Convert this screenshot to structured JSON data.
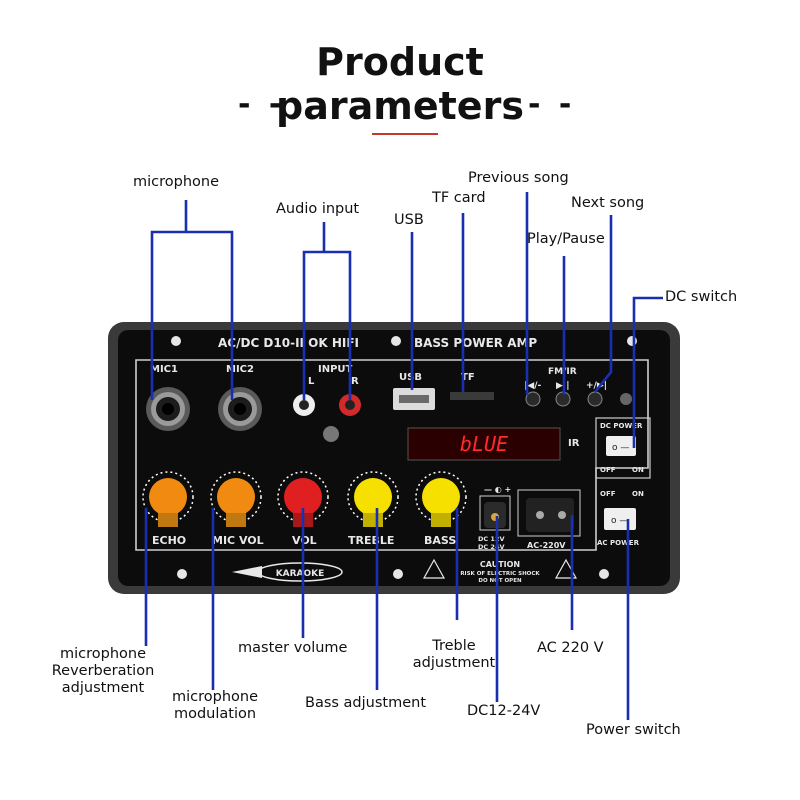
{
  "header": {
    "title_line1": "Product",
    "title_line2": "parameters",
    "dash_left": "- -",
    "dash_right": "- -"
  },
  "callouts": {
    "microphone": "microphone",
    "audio_input": "Audio input",
    "usb": "USB",
    "tf_card": "TF card",
    "previous_song": "Previous song",
    "next_song": "Next song",
    "play_pause": "Play/Pause",
    "dc_switch": "DC switch",
    "mic_reverb_1": "microphone",
    "mic_reverb_2": "Reverberation",
    "mic_reverb_3": "adjustment",
    "mic_mod_1": "microphone",
    "mic_mod_2": "modulation",
    "master_volume": "master volume",
    "bass_adjustment": "Bass adjustment",
    "treble_1": "Treble",
    "treble_2": "adjustment",
    "dc_voltage": "DC12-24V",
    "ac_voltage": "AC 220 V",
    "power_switch": "Power switch"
  },
  "panel": {
    "model": "AC/DC D10-II OK HIFI",
    "amp": "BASS  POWER  AMP",
    "mic1": "MIC1",
    "mic2": "MIC2",
    "input": "INPUT",
    "input_l": "L",
    "input_r": "R",
    "usb": "USB",
    "tf": "TF",
    "fm_ir": "FM/IR",
    "btn_prev": "|◀/-",
    "btn_play": "▶||",
    "btn_next": "+/▶|",
    "display_text": "bLUE",
    "ir": "IR",
    "dc_power": "DC POWER",
    "off": "OFF",
    "on": "ON",
    "off2": "OFF",
    "on2": "ON",
    "ac_power": "AC POWER",
    "dc_in_1": "DC 12V",
    "dc_in_2": "DC 24V",
    "ac_in": "AC-220V",
    "knob_echo": "ECHO",
    "knob_micvol": "MIC VOL",
    "knob_vol": "VOL",
    "knob_treble": "TREBLE",
    "knob_bass": "BASS",
    "karaoke": "KARAOKE",
    "caution": "CAUTION",
    "caution_2": "RISK OF ELECTRIC SHOCK",
    "caution_3": "DO NOT OPEN",
    "colors": {
      "panel": "#0c0c0c",
      "frame": "#3a3a3a",
      "knob_orange": "#f08a10",
      "knob_red": "#e02020",
      "knob_yellow": "#f5e000",
      "knob_black": "#111111",
      "callout_line": "#1a2fb0",
      "display_red": "#ff2a2a"
    }
  }
}
